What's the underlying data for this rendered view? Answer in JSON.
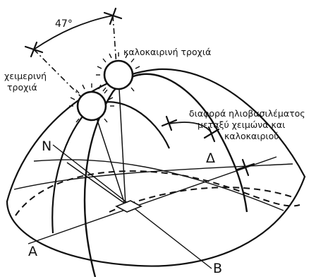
{
  "labels": {
    "angle": "47°",
    "summer_path": "καλοκαιρινή τροχιά",
    "winter_path_line1": "χειμερινή",
    "winter_path_line2": "τροχιά",
    "sunset_diff_line1": "διαφορά ηλιοβασιλέματος",
    "sunset_diff_line2": "μεταξύ χειμώνα και",
    "sunset_diff_line3": "καλοκαιριού",
    "north": "N",
    "west": "Δ",
    "east": "A",
    "south": "B"
  },
  "colors": {
    "ink": "#111111",
    "background": "#ffffff"
  }
}
